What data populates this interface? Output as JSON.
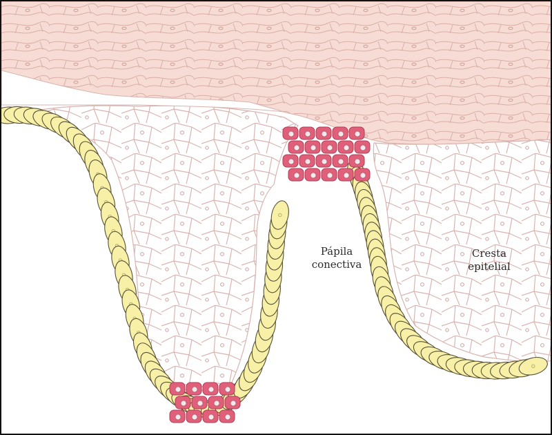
{
  "labels": {
    "papila_line1": "Pápila",
    "papila_line2": "conectiva",
    "cresta_line1": "Cresta",
    "cresta_line2": "epitelial"
  },
  "colors": {
    "keratinized_layer": "#f6dcd4",
    "cell_outline": "#d8b4b0",
    "basal_cell": "#f7f0a6",
    "basal_outline": "#55503a",
    "melanocyte_cluster": "#e0607a",
    "nucleus": "#f2eaea",
    "background": "#ffffff"
  }
}
